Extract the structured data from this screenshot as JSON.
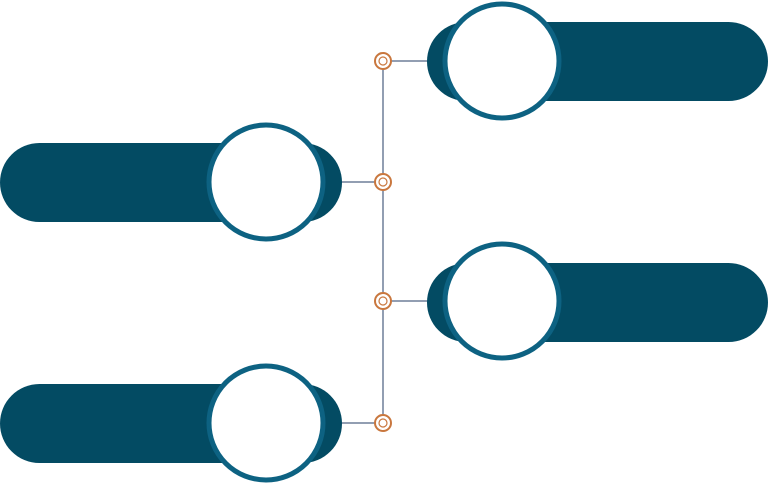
{
  "colors": {
    "background": "#ffffff",
    "bar": "#034b63",
    "circle_fill": "#ffffff",
    "circle_ring": "#0d6282",
    "connector": "#6e7e99",
    "node_ring": "#c9773e",
    "node_fill": "#ffffff"
  },
  "timeline": {
    "nodes": 4,
    "items": [
      {
        "side": "right"
      },
      {
        "side": "left"
      },
      {
        "side": "right"
      },
      {
        "side": "left"
      }
    ]
  }
}
